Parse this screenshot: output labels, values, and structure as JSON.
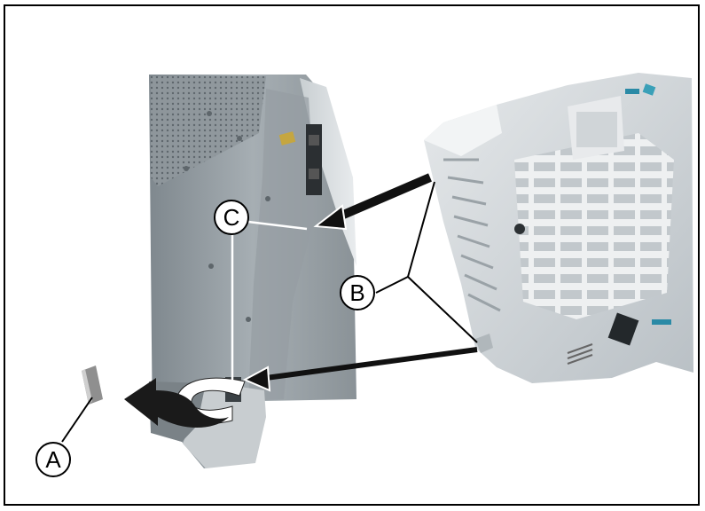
{
  "callouts": {
    "a": "A",
    "b": "B",
    "c": "C"
  },
  "colors": {
    "frame": "#000000",
    "machine_body": "#a9b1b6",
    "machine_dark": "#6c757b",
    "unit_body": "#d9dde0",
    "arrow": "#111111",
    "leader": "#ffffff"
  }
}
